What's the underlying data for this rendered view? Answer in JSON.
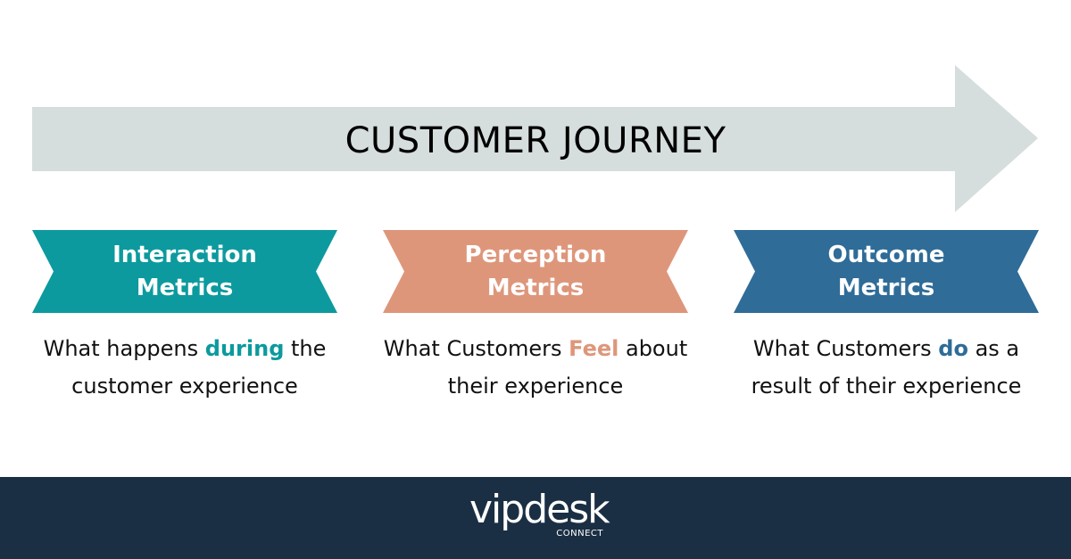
{
  "colors": {
    "arrow": "#d5dedd",
    "interaction": "#0c9a9e",
    "perception": "#de967b",
    "outcome": "#2f6c98",
    "footer": "#1b2f44",
    "text": "#111111"
  },
  "arrow": {
    "title": "CUSTOMER JOURNEY",
    "icon": "right-arrow"
  },
  "ribbons": [
    {
      "line1": "Interaction",
      "line2": "Metrics"
    },
    {
      "line1": "Perception",
      "line2": "Metrics"
    },
    {
      "line1": "Outcome",
      "line2": "Metrics"
    }
  ],
  "descriptions": [
    {
      "before": "What happens ",
      "highlight": "during",
      "after": " the customer experience"
    },
    {
      "before": "What Customers ",
      "highlight": "Feel",
      "after": " about their experience"
    },
    {
      "before": "What Customers ",
      "highlight": "do",
      "after": " as a result of their experience"
    }
  ],
  "footer": {
    "logo_main": "vipdesk",
    "logo_sub": "CONNECT"
  }
}
